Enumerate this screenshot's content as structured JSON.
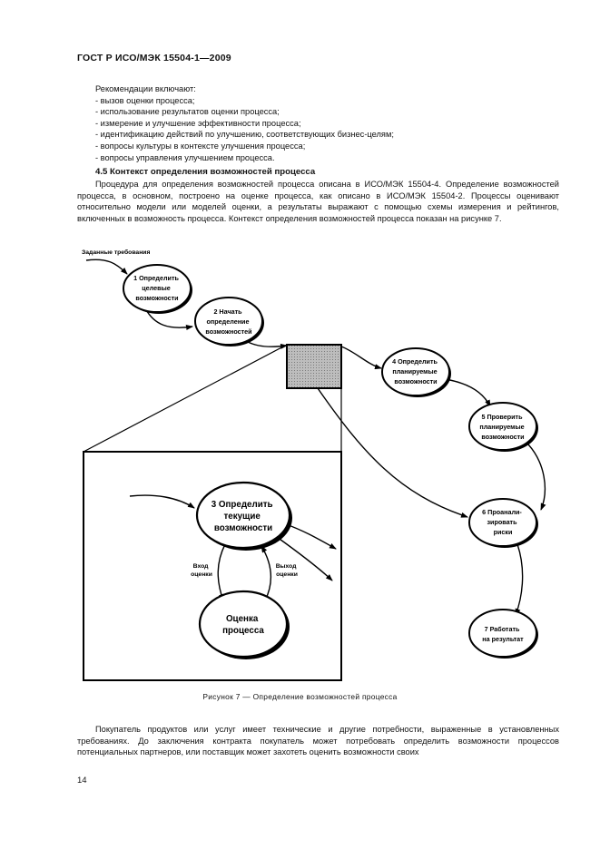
{
  "header": {
    "title": "ГОСТ Р ИСО/МЭК 15504-1—2009"
  },
  "recommendations": {
    "intro": "Рекомендации включают:",
    "items": [
      "- вызов оценки процесса;",
      "- использование результатов оценки процесса;",
      "- измерение и улучшение эффективности процесса;",
      "- идентификацию действий по улучшению, соответствующих бизнес-целям;",
      "- вопросы культуры в контексте улучшения процесса;",
      "- вопросы управления улучшением процесса."
    ]
  },
  "section": {
    "heading": "4.5  Контекст определения возможностей процесса"
  },
  "paragraph1": "Процедура для определения возможностей процесса описана в ИСО/МЭК 15504-4. Определение возможностей процесса, в основном, построено на оценке процесса, как описано в ИСО/МЭК 15504-2. Процессы оценивают относительно модели или моделей оценки, а результаты выражают с помощью схемы измерения и рейтингов, включенных в возможность процесса. Контекст определения возможностей процесса показан на рисунке 7.",
  "figure": {
    "input_label": "Заданные требования",
    "nodes": {
      "n1": [
        "1 Определить",
        "целевые",
        "возможности"
      ],
      "n2": [
        "2 Начать",
        "определение",
        "возможностей"
      ],
      "n4": [
        "4 Определить",
        "планируемые",
        "возможности"
      ],
      "n5": [
        "5 Проверить",
        "планируемые",
        "возможности"
      ],
      "n6": [
        "6 Проанали-",
        "зировать",
        "риски"
      ],
      "n7": [
        "7 Работать",
        "на результат"
      ],
      "n3": [
        "3 Определить",
        "текущие",
        "возможности"
      ],
      "assess": [
        "Оценка",
        "процесса"
      ]
    },
    "flow_in": [
      "Вход",
      "оценки"
    ],
    "flow_out": [
      "Выход",
      "оценки"
    ],
    "caption": "Рисунок 7 — Определение возможностей процесса"
  },
  "paragraph2": "Покупатель продуктов или услуг имеет технические и другие потребности, выраженные в установленных требованиях. До заключения контракта покупатель может потребовать определить возможности процессов потенциальных партнеров, или поставщик может захотеть оценить возможности своих",
  "page_number": "14"
}
